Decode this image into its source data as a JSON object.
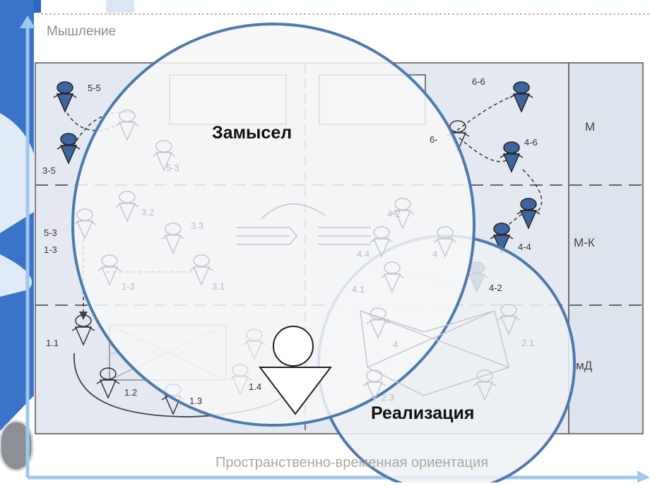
{
  "axes": {
    "vertical_label": "Мышление",
    "horizontal_label": "Пространственно-временная ориентация"
  },
  "circles": {
    "big_label": "Замысел",
    "small_label": "Реализация"
  },
  "row_labels": [
    "М",
    "М-К",
    "мД"
  ],
  "figure_labels": {
    "top_left": [
      "5-5",
      "3-5"
    ],
    "top_right": [
      "6-6",
      "6-",
      "4-6"
    ],
    "left_middle": [
      "5-3",
      "1-3"
    ],
    "right_middle": [
      "4-4",
      "4-2"
    ],
    "inner_faded": [
      "5-3",
      "3.2",
      "3.3",
      "1-3",
      "3.1",
      "4-2",
      "4.4",
      "4.1",
      "4",
      "2.1",
      "2.3",
      "4"
    ],
    "bottom_left": [
      "1.1",
      "1.2",
      "1.3",
      "1.4"
    ]
  },
  "colors": {
    "panel": "#dfe5ef",
    "cell": "#e7ebf1",
    "circle_stroke": "#4e79b0",
    "dark_figure": "#3e659f",
    "accent_blue": "#2b64c0",
    "axis_line": "#9ec7ee"
  },
  "icons": [
    "person-icon",
    "arrow-icon"
  ]
}
